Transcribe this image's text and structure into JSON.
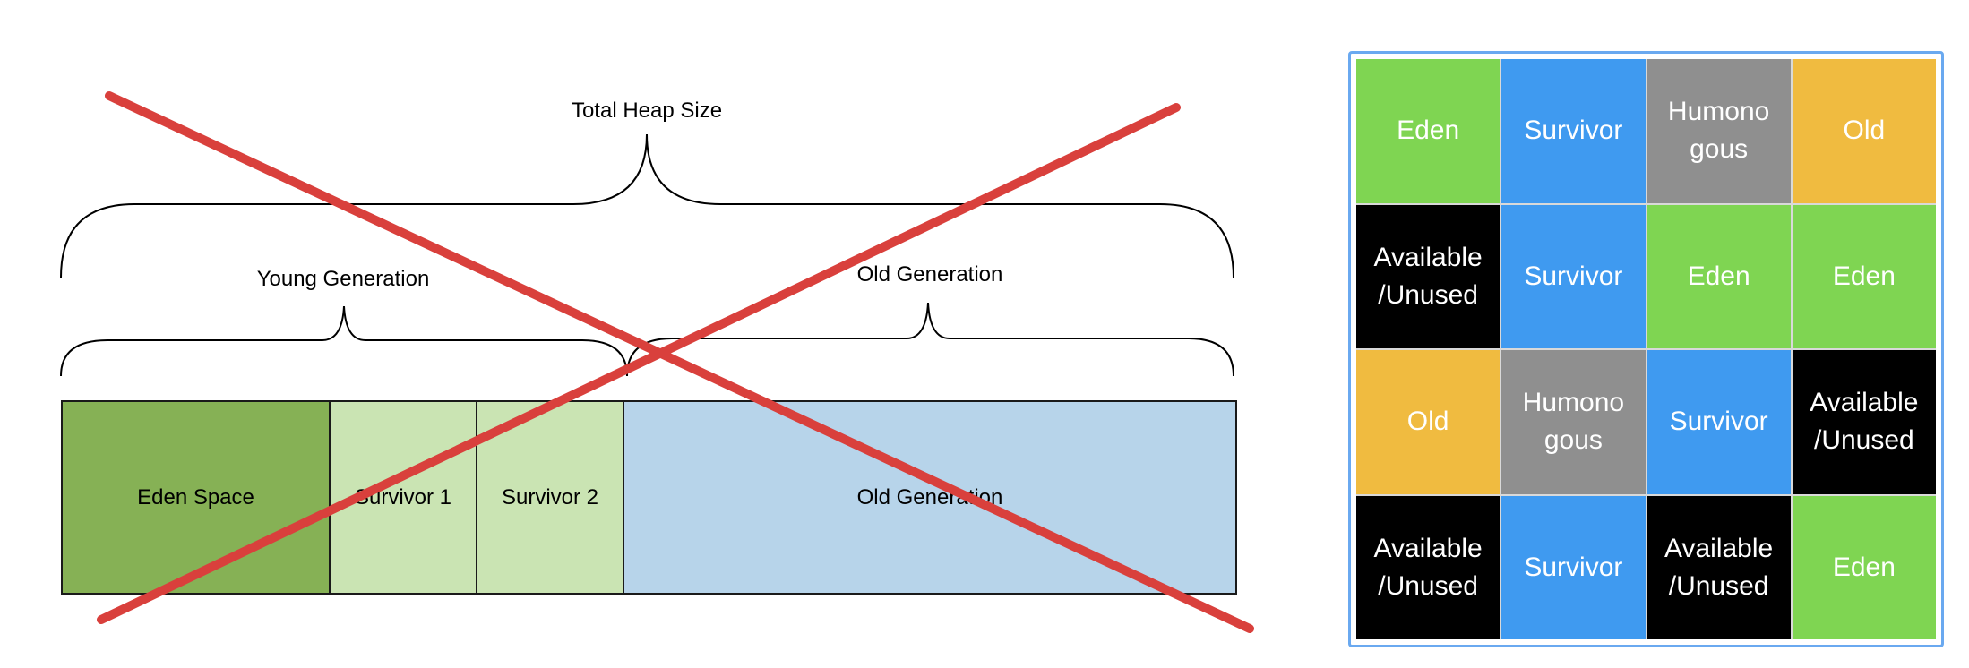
{
  "heap_diagram": {
    "labels": {
      "total": "Total Heap Size",
      "young": "Young Generation",
      "old": "Old Generation"
    },
    "segments": [
      {
        "id": "eden",
        "label": "Eden Space",
        "color": "#86b155"
      },
      {
        "id": "s1",
        "label": "Survivor 1",
        "color": "#cae4b3"
      },
      {
        "id": "s2",
        "label": "Survivor 2",
        "color": "#cae4b3"
      },
      {
        "id": "old",
        "label": "Old Generation",
        "color": "#b7d4ea"
      }
    ],
    "cross_color": "#d9403c"
  },
  "region_grid": {
    "colors": {
      "Eden": "#7fd552",
      "Survivor": "#3f9af0",
      "Humongous": "#8f8f8f",
      "Old": "#f0bb40",
      "Available": "#000000"
    },
    "cells": [
      {
        "type": "Eden",
        "label": "Eden"
      },
      {
        "type": "Survivor",
        "label": "Survivor"
      },
      {
        "type": "Humongous",
        "label": "Humono\ngous"
      },
      {
        "type": "Old",
        "label": "Old"
      },
      {
        "type": "Available",
        "label": "Available\n/Unused"
      },
      {
        "type": "Survivor",
        "label": "Survivor"
      },
      {
        "type": "Eden",
        "label": "Eden"
      },
      {
        "type": "Eden",
        "label": "Eden"
      },
      {
        "type": "Old",
        "label": "Old"
      },
      {
        "type": "Humongous",
        "label": "Humono\ngous"
      },
      {
        "type": "Survivor",
        "label": "Survivor"
      },
      {
        "type": "Available",
        "label": "Available\n/Unused"
      },
      {
        "type": "Available",
        "label": "Available\n/Unused"
      },
      {
        "type": "Survivor",
        "label": "Survivor"
      },
      {
        "type": "Available",
        "label": "Available\n/Unused"
      },
      {
        "type": "Eden",
        "label": "Eden"
      }
    ]
  }
}
